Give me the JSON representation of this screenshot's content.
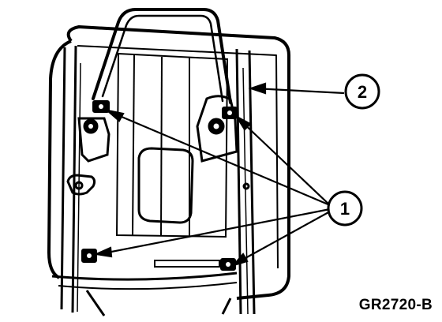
{
  "callouts": [
    {
      "number": "1"
    },
    {
      "number": "2"
    }
  ],
  "figure_id": "GR2720-B"
}
